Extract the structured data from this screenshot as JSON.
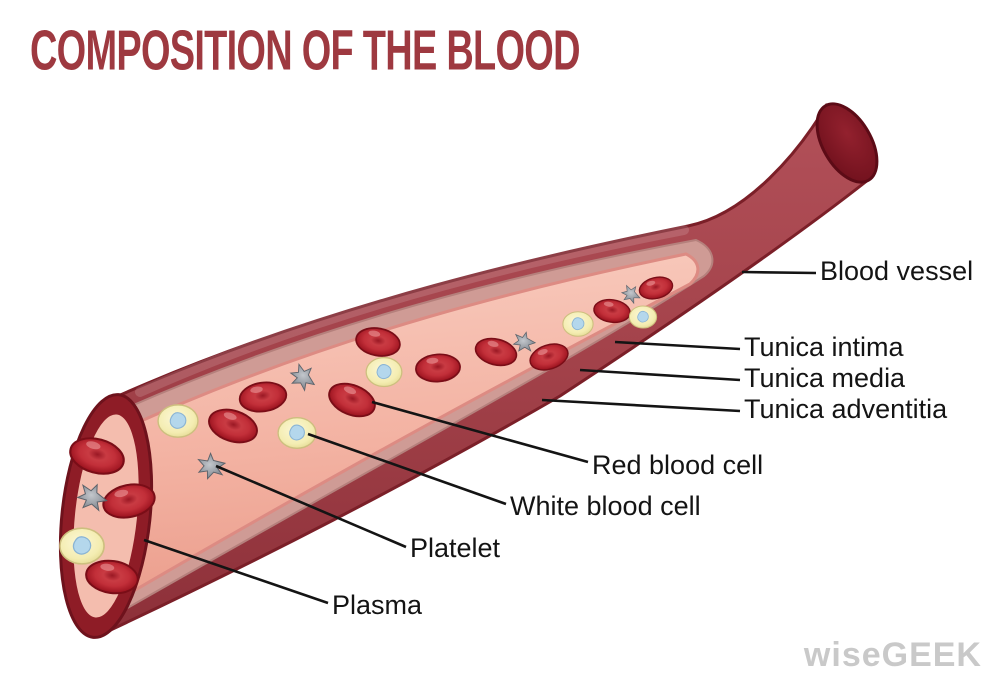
{
  "title": "COMPOSITION OF THE BLOOD",
  "watermark": "wiseGEEK",
  "labels": {
    "blood_vessel": "Blood vessel",
    "tunica_intima": "Tunica intima",
    "tunica_media": "Tunica media",
    "tunica_adventitia": "Tunica adventitia",
    "red_blood_cell": "Red blood cell",
    "white_blood_cell": "White blood cell",
    "platelet": "Platelet",
    "plasma": "Plasma"
  },
  "colors": {
    "background": "#ffffff",
    "title_color": "#9e3940",
    "label_color": "#141414",
    "watermark_color": "#c9c9c9",
    "vessel_outer": "#a4434b",
    "vessel_wall_ring": "#8e1c26",
    "tunica_media_band": "#cf9b95",
    "plasma_fill": "#f5bcac",
    "red_blood_cell": "#b01f2b",
    "white_blood_cell": "#f3ecae",
    "platelet": "#8a9097"
  }
}
